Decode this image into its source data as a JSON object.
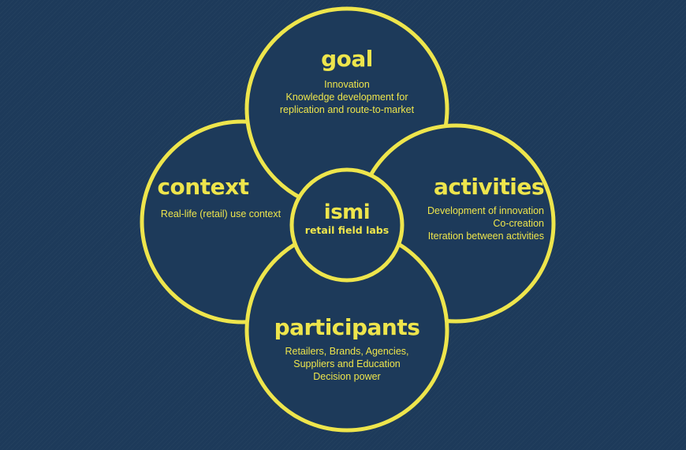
{
  "colors": {
    "background": "#1d3a5a",
    "accent": "#eee54c"
  },
  "center": {
    "title": "ismi",
    "subtitle": "retail field labs"
  },
  "goal": {
    "title": "goal",
    "lines": [
      "Innovation",
      "Knowledge development for",
      "replication and route-to-market"
    ]
  },
  "context": {
    "title": "context",
    "lines": [
      "Real-life (retail) use context"
    ]
  },
  "activities": {
    "title": "activities",
    "lines": [
      "Development of innovation",
      "Co-creation",
      "Iteration between activities"
    ]
  },
  "participants": {
    "title": "participants",
    "lines": [
      "Retailers, Brands, Agencies,",
      "Suppliers and Education",
      "Decision power"
    ]
  }
}
